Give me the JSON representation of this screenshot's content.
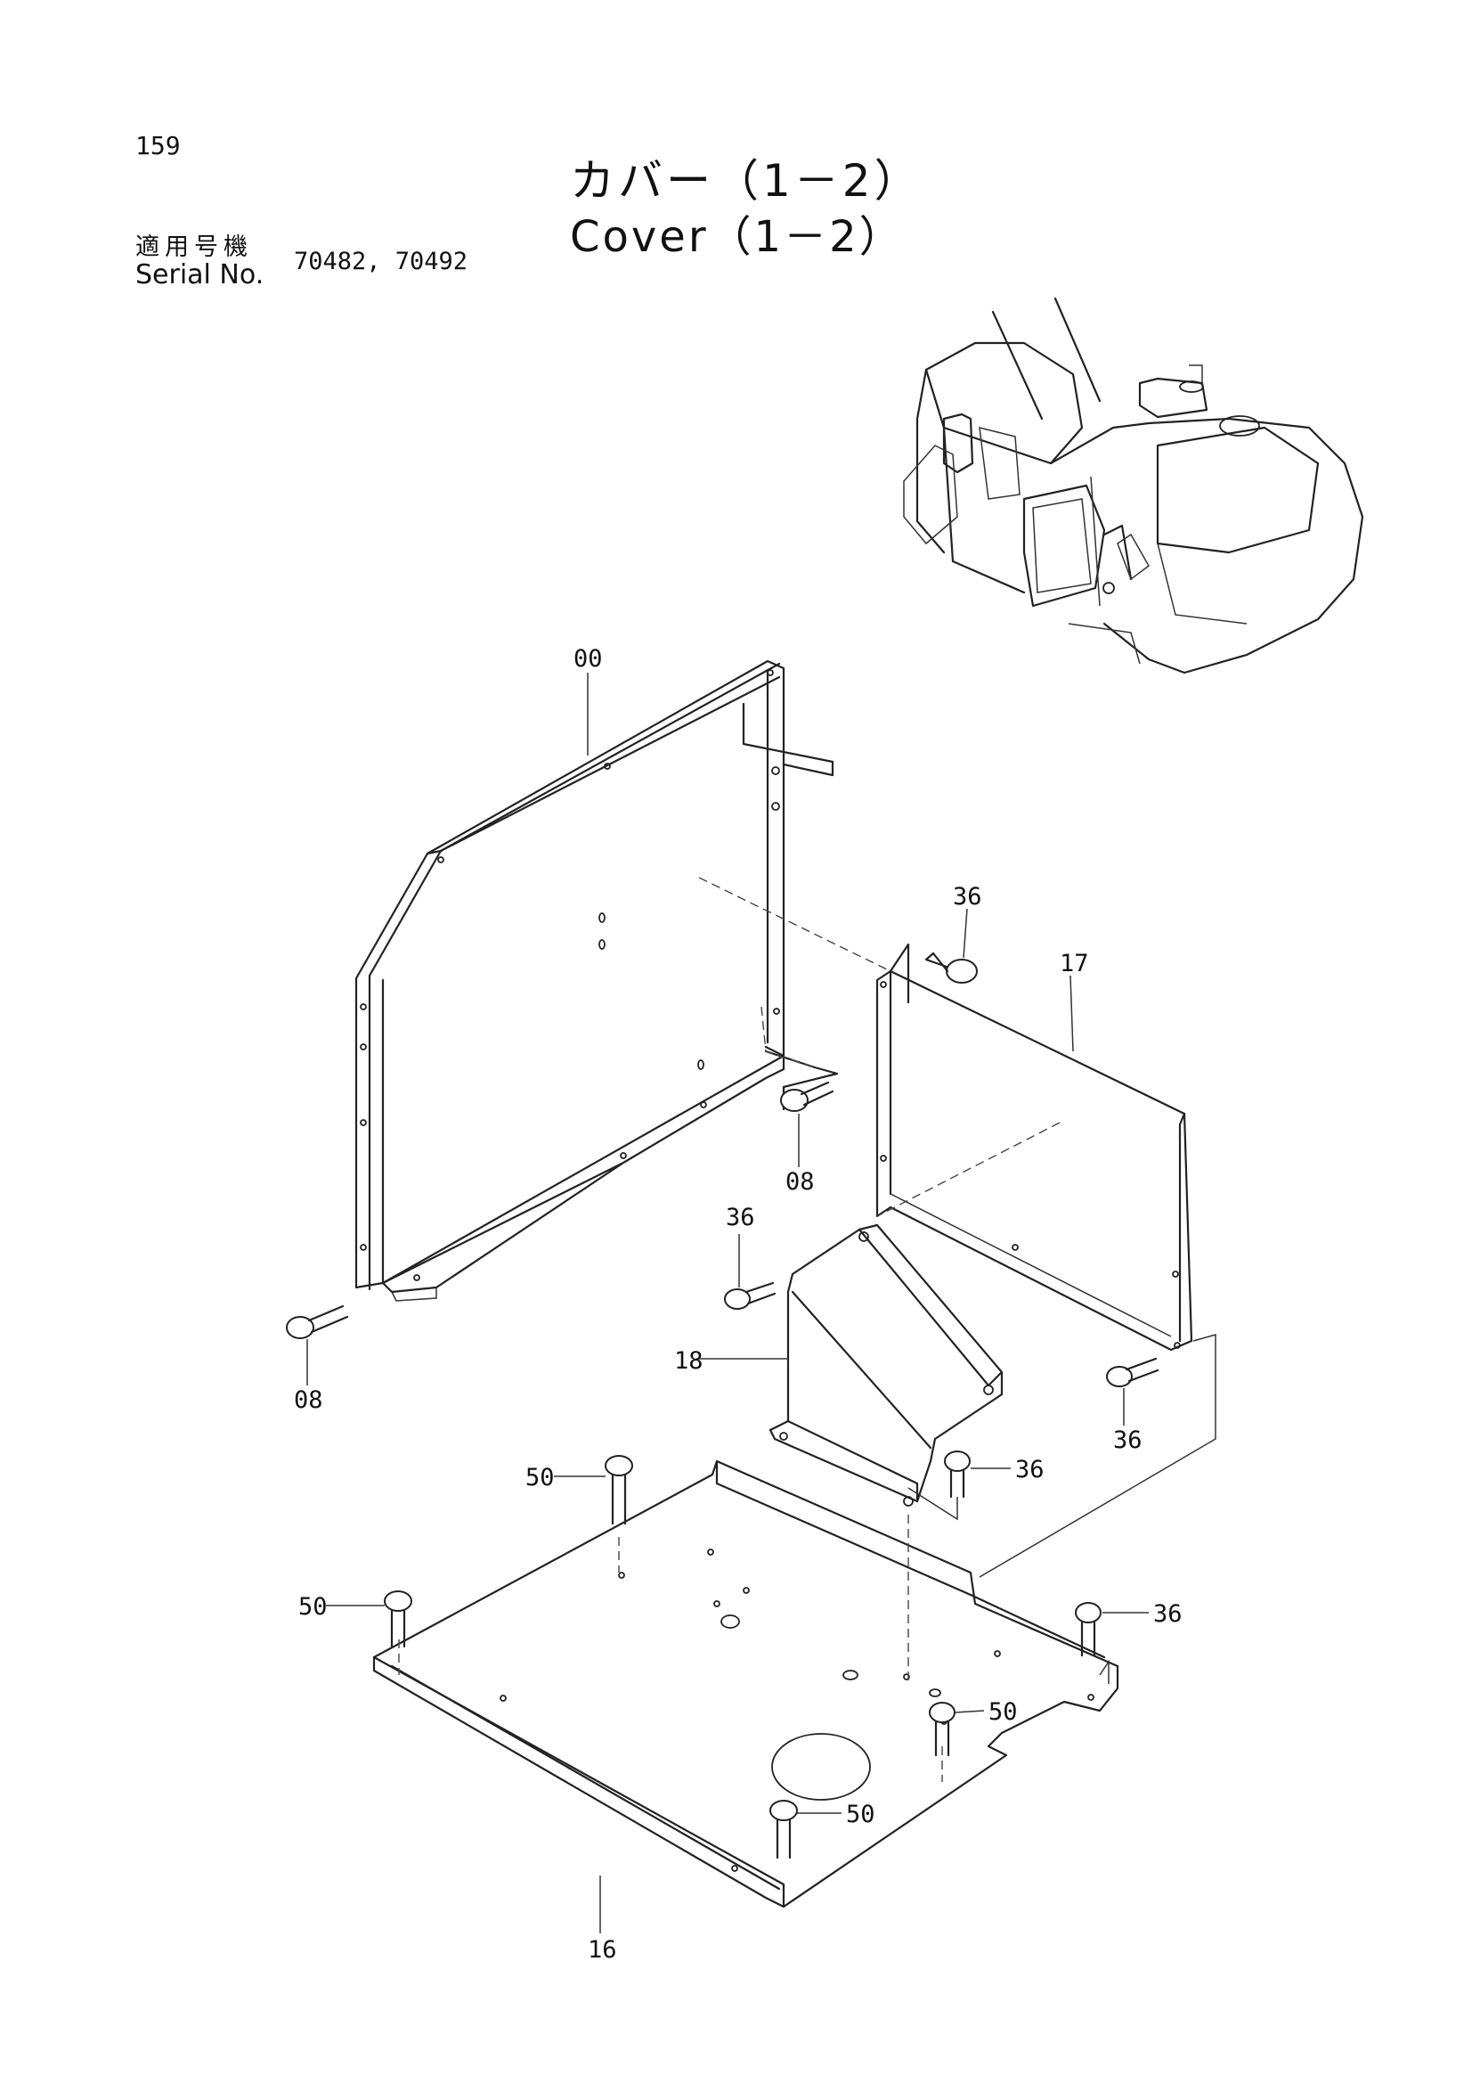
{
  "header": {
    "page_number": "159",
    "title_jp": "カバー（1－2）",
    "title_en": "Cover（1－2）",
    "serial_label_jp": "適用号機",
    "serial_label_en": "Serial No.",
    "serial_values": "70482, 70492"
  },
  "callouts": {
    "c00": "00",
    "c36a": "36",
    "c17": "17",
    "c08a": "08",
    "c36b": "36",
    "c18": "18",
    "c08b": "08",
    "c36c": "36",
    "c36d": "36",
    "c50a": "50",
    "c50b": "50",
    "c36e": "36",
    "c50c": "50",
    "c50d": "50",
    "c16": "16"
  }
}
